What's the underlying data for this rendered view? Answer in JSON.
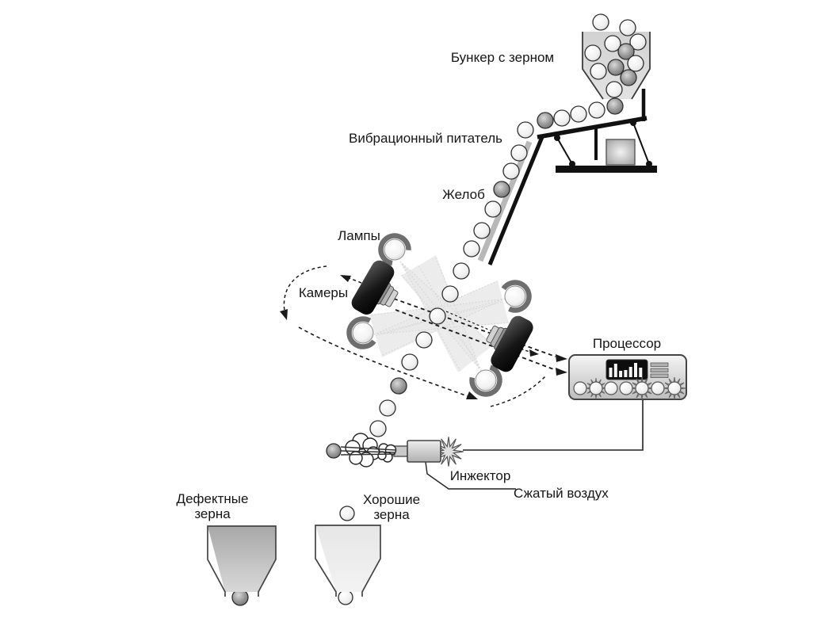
{
  "labels": {
    "hopper": "Бункер с зерном",
    "feeder": "Вибрационный питатель",
    "chute": "Желоб",
    "lamps": "Лампы",
    "cameras": "Камеры",
    "processor": "Процессор",
    "injector": "Инжектор",
    "compressed_air": "Сжатый воздух",
    "reject_bin_line1": "Дефектные",
    "reject_bin_line2": "зерна",
    "accept_bin_line1": "Хорошие",
    "accept_bin_line2": "зерна"
  },
  "colors": {
    "ink": "#161616",
    "machine_black": "#111111",
    "good_grain": "#f4f4f4",
    "defective_grain": "#8a8a8a",
    "light_cone": "#e9e9e9",
    "panel_light": "#e9e9e9",
    "reject_bin_fill": "#b5b5b5",
    "accept_bin_fill": "#ececec"
  }
}
